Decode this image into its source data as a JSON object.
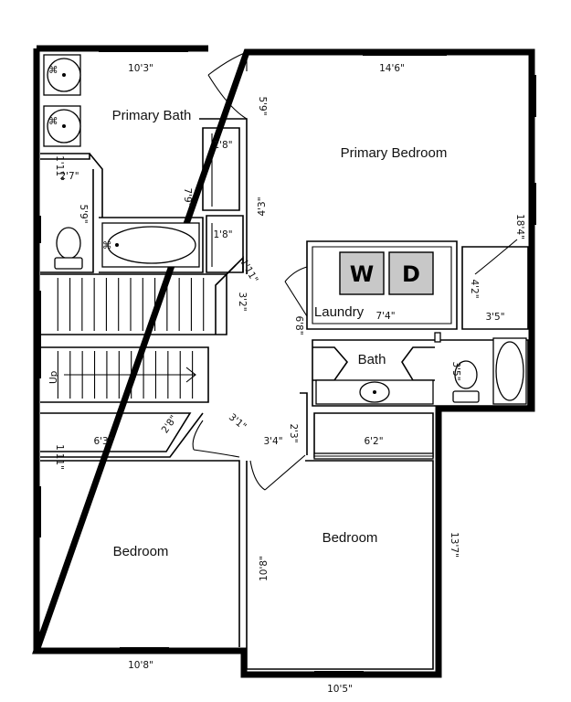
{
  "rooms": {
    "primary_bath": "Primary Bath",
    "primary_bedroom": "Primary Bedroom",
    "laundry": "Laundry",
    "bath": "Bath",
    "bedroom_left": "Bedroom",
    "bedroom_right": "Bedroom"
  },
  "appliances": {
    "washer": "W",
    "dryer": "D"
  },
  "stairs_label": "Up",
  "dims": {
    "pbath_width": "10'3\"",
    "pbed_width": "14'6\"",
    "door_a": "5'9\"",
    "closet_1": "1'8\"",
    "closet_2": "1'8\"",
    "pbath_depth": "7'9\"",
    "hall_a": "4'3\"",
    "wc_a": "1'11\"",
    "wc_b": "2'7\"",
    "wc_depth": "5'9\"",
    "pbed_depth": "18'4\"",
    "hall_b": "1'11\"",
    "hall_c": "3'2\"",
    "closet_right": "4'2\"",
    "laundry_w": "7'4\"",
    "closet_right_w": "3'5\"",
    "hall_d": "6'8\"",
    "bath_a": "3'5\"",
    "closet_a": "2'8\"",
    "closet_b": "3'1\"",
    "closet_c": "6'3\"",
    "closet_d": "2'3\"",
    "closet_e": "3'4\"",
    "closet_f": "6'2\"",
    "closet_g": "1'11\"",
    "bed2_height": "13'7\"",
    "bed1_width": "10'8\"",
    "bed2_depth": "10'8\"",
    "bed2_width": "10'5\""
  }
}
